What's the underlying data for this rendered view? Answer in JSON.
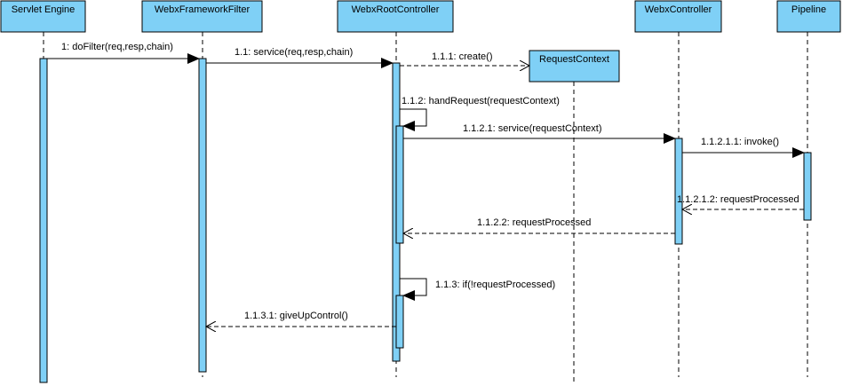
{
  "participants": [
    {
      "id": "servlet_engine",
      "label": "Servlet Engine"
    },
    {
      "id": "webx_framework_filter",
      "label": "WebxFrameworkFilter"
    },
    {
      "id": "webx_root_controller",
      "label": "WebxRootController"
    },
    {
      "id": "request_context",
      "label": "RequestContext"
    },
    {
      "id": "webx_controller",
      "label": "WebxController"
    },
    {
      "id": "pipeline",
      "label": "Pipeline"
    }
  ],
  "messages": [
    {
      "id": "m1",
      "label": "1: doFilter(req,resp,chain)",
      "from": "servlet_engine",
      "to": "webx_framework_filter",
      "kind": "sync"
    },
    {
      "id": "m1_1",
      "label": "1.1: service(req,resp,chain)",
      "from": "webx_framework_filter",
      "to": "webx_root_controller",
      "kind": "sync"
    },
    {
      "id": "m1_1_1",
      "label": "1.1.1: create()",
      "from": "webx_root_controller",
      "to": "request_context",
      "kind": "create"
    },
    {
      "id": "m1_1_2",
      "label": "1.1.2: handRequest(requestContext)",
      "from": "webx_root_controller",
      "to": "webx_root_controller",
      "kind": "self"
    },
    {
      "id": "m1_1_2_1",
      "label": "1.1.2.1: service(requestContext)",
      "from": "webx_root_controller",
      "to": "webx_controller",
      "kind": "sync"
    },
    {
      "id": "m1_1_2_1_1",
      "label": "1.1.2.1.1: invoke()",
      "from": "webx_controller",
      "to": "pipeline",
      "kind": "sync"
    },
    {
      "id": "m1_1_2_1_2",
      "label": "1.1.2.1.2: requestProcessed",
      "from": "pipeline",
      "to": "webx_controller",
      "kind": "return"
    },
    {
      "id": "m1_1_2_2",
      "label": "1.1.2.2: requestProcessed",
      "from": "webx_controller",
      "to": "webx_root_controller",
      "kind": "return"
    },
    {
      "id": "m1_1_3",
      "label": "1.1.3: if(!requestProcessed)",
      "from": "webx_root_controller",
      "to": "webx_root_controller",
      "kind": "self"
    },
    {
      "id": "m1_1_3_1",
      "label": "1.1.3.1: giveUpControl()",
      "from": "webx_root_controller",
      "to": "webx_framework_filter",
      "kind": "return"
    }
  ],
  "colors": {
    "lifeline_fill": "#7fd0f6",
    "line": "#000000",
    "background": "#ffffff"
  }
}
